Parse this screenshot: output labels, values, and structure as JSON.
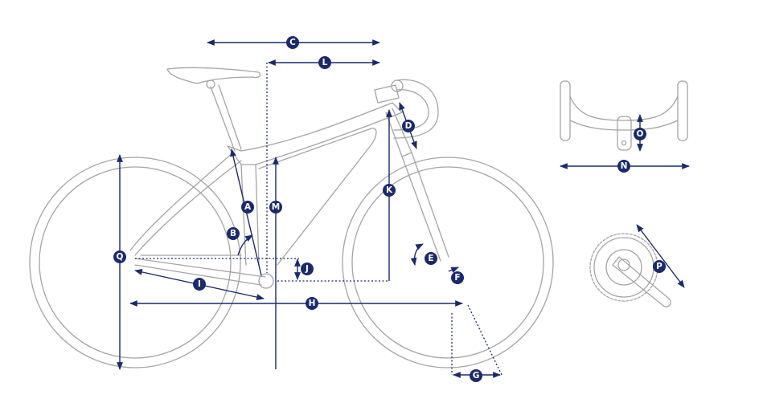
{
  "diagram": {
    "title": "Bike geometry diagram",
    "accent_color": "#1b2a6b",
    "line_art_color": "#a4a4a4",
    "labels": {
      "A": "A",
      "B": "B",
      "C": "C",
      "D": "D",
      "E": "E",
      "F": "F",
      "G": "G",
      "H": "H",
      "I": "I",
      "J": "J",
      "K": "K",
      "L": "L",
      "M": "M",
      "N": "N",
      "O": "O",
      "P": "P",
      "Q": "Q"
    }
  }
}
